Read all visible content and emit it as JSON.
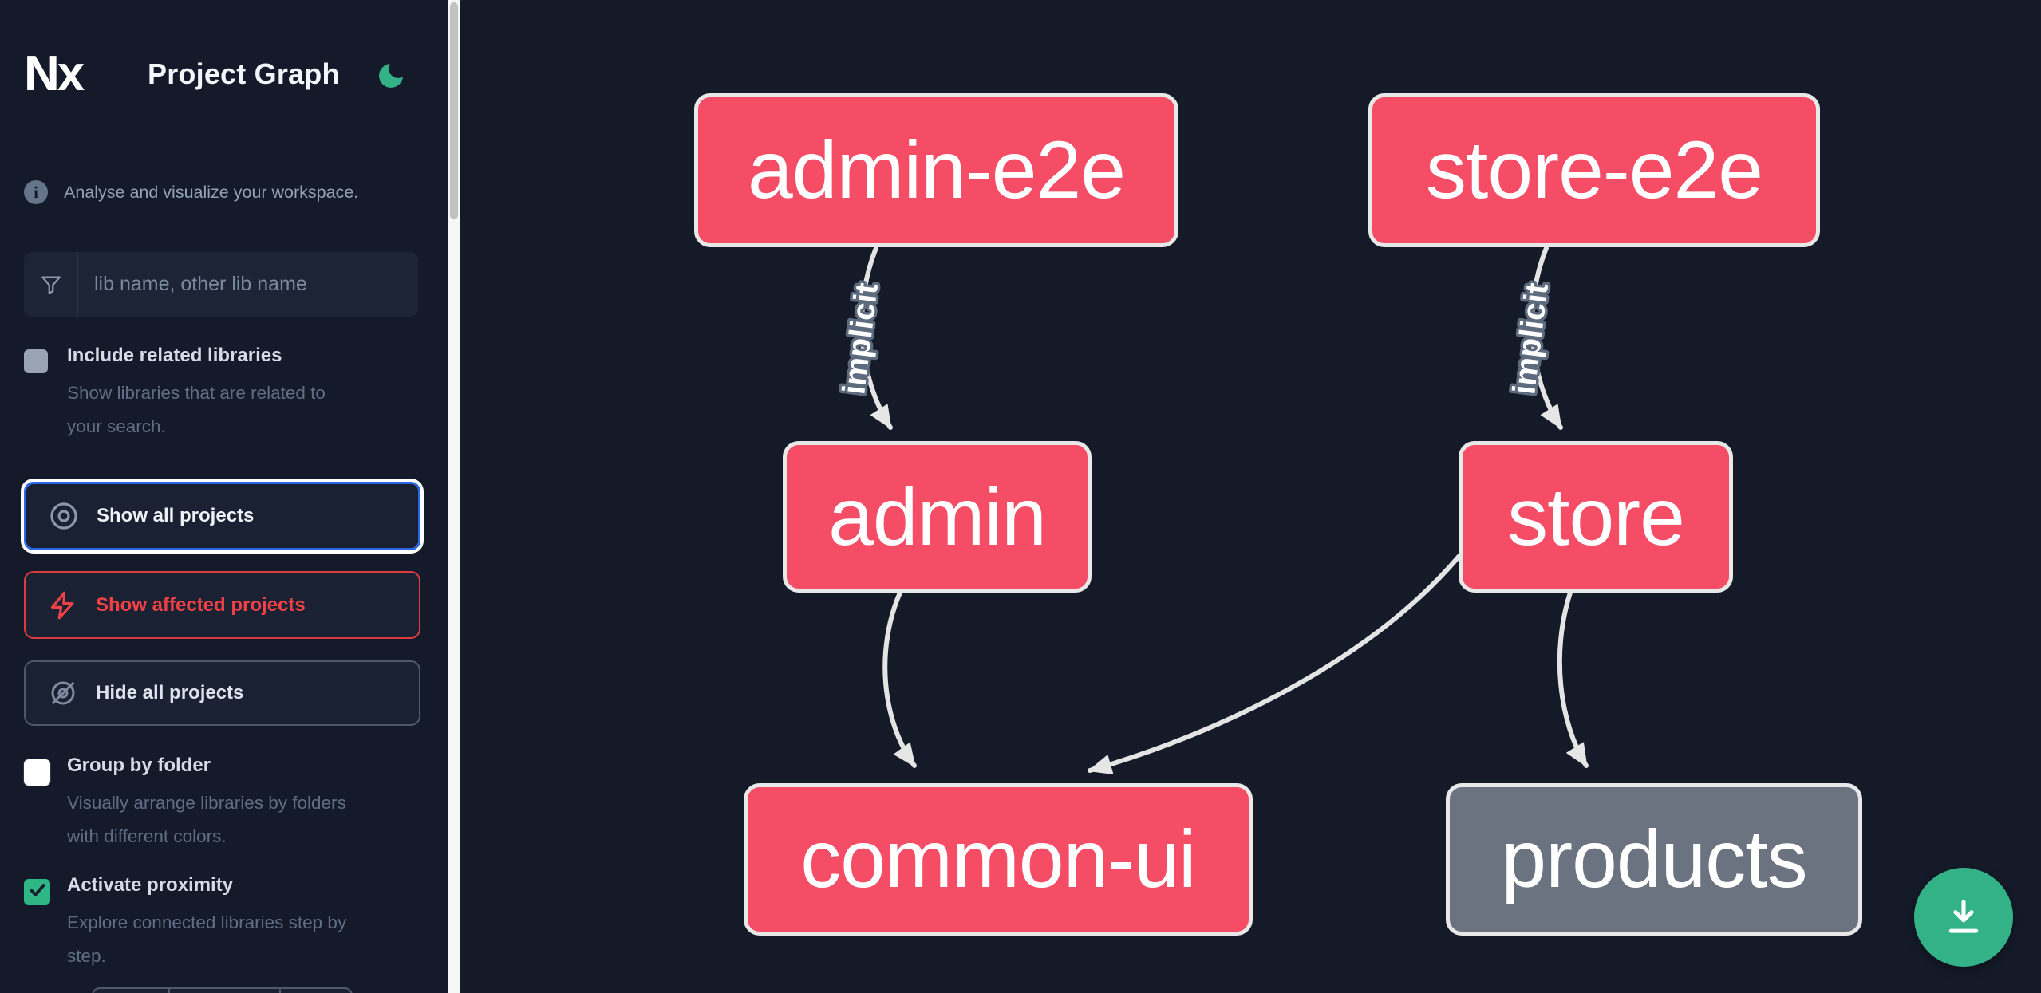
{
  "header": {
    "logo_text": "Nx",
    "title": "Project Graph"
  },
  "sidebar": {
    "tagline": "Analyse and visualize your workspace.",
    "search_placeholder": "lib name, other lib name",
    "include_related": {
      "label": "Include related libraries",
      "description": "Show libraries that are related to your search.",
      "checked": false,
      "disabled": true
    },
    "buttons": {
      "show_all": {
        "label": "Show all projects",
        "focused": true
      },
      "show_affected": {
        "label": "Show affected projects",
        "color": "#ef4146"
      },
      "hide_all": {
        "label": "Hide all projects"
      }
    },
    "group_by_folder": {
      "label": "Group by folder",
      "description": "Visually arrange libraries by folders with different colors.",
      "checked": false
    },
    "activate_proximity": {
      "label": "Activate proximity",
      "description": "Explore connected libraries step by step.",
      "checked": true
    }
  },
  "graph": {
    "nodes": [
      {
        "label": "admin-e2e",
        "color": "#f64d67"
      },
      {
        "label": "store-e2e",
        "color": "#f64d67"
      },
      {
        "label": "admin",
        "color": "#f64d67"
      },
      {
        "label": "store",
        "color": "#f64d67"
      },
      {
        "label": "common-ui",
        "color": "#f64d67"
      },
      {
        "label": "products",
        "color": "#6b7280"
      }
    ],
    "edges": [
      {
        "from": "admin-e2e",
        "to": "admin",
        "label": "implicit"
      },
      {
        "from": "store-e2e",
        "to": "store",
        "label": "implicit"
      },
      {
        "from": "admin",
        "to": "common-ui",
        "label": ""
      },
      {
        "from": "store",
        "to": "common-ui",
        "label": ""
      },
      {
        "from": "store",
        "to": "products",
        "label": ""
      }
    ]
  },
  "colors": {
    "accent_green": "#34b287",
    "affected_pink": "#f64d67",
    "unfocused_gray": "#6b7280",
    "focus_blue": "#2b66e3",
    "affected_red": "#ef4146",
    "edge_gray": "#e4e4e4"
  },
  "icons": {
    "theme": "moon-icon",
    "info": "info-icon",
    "filter": "funnel-icon",
    "show_all": "eye-icon",
    "show_affected": "bolt-icon",
    "hide_all": "eye-off-icon",
    "checked": "check-icon",
    "fab": "download-icon"
  }
}
